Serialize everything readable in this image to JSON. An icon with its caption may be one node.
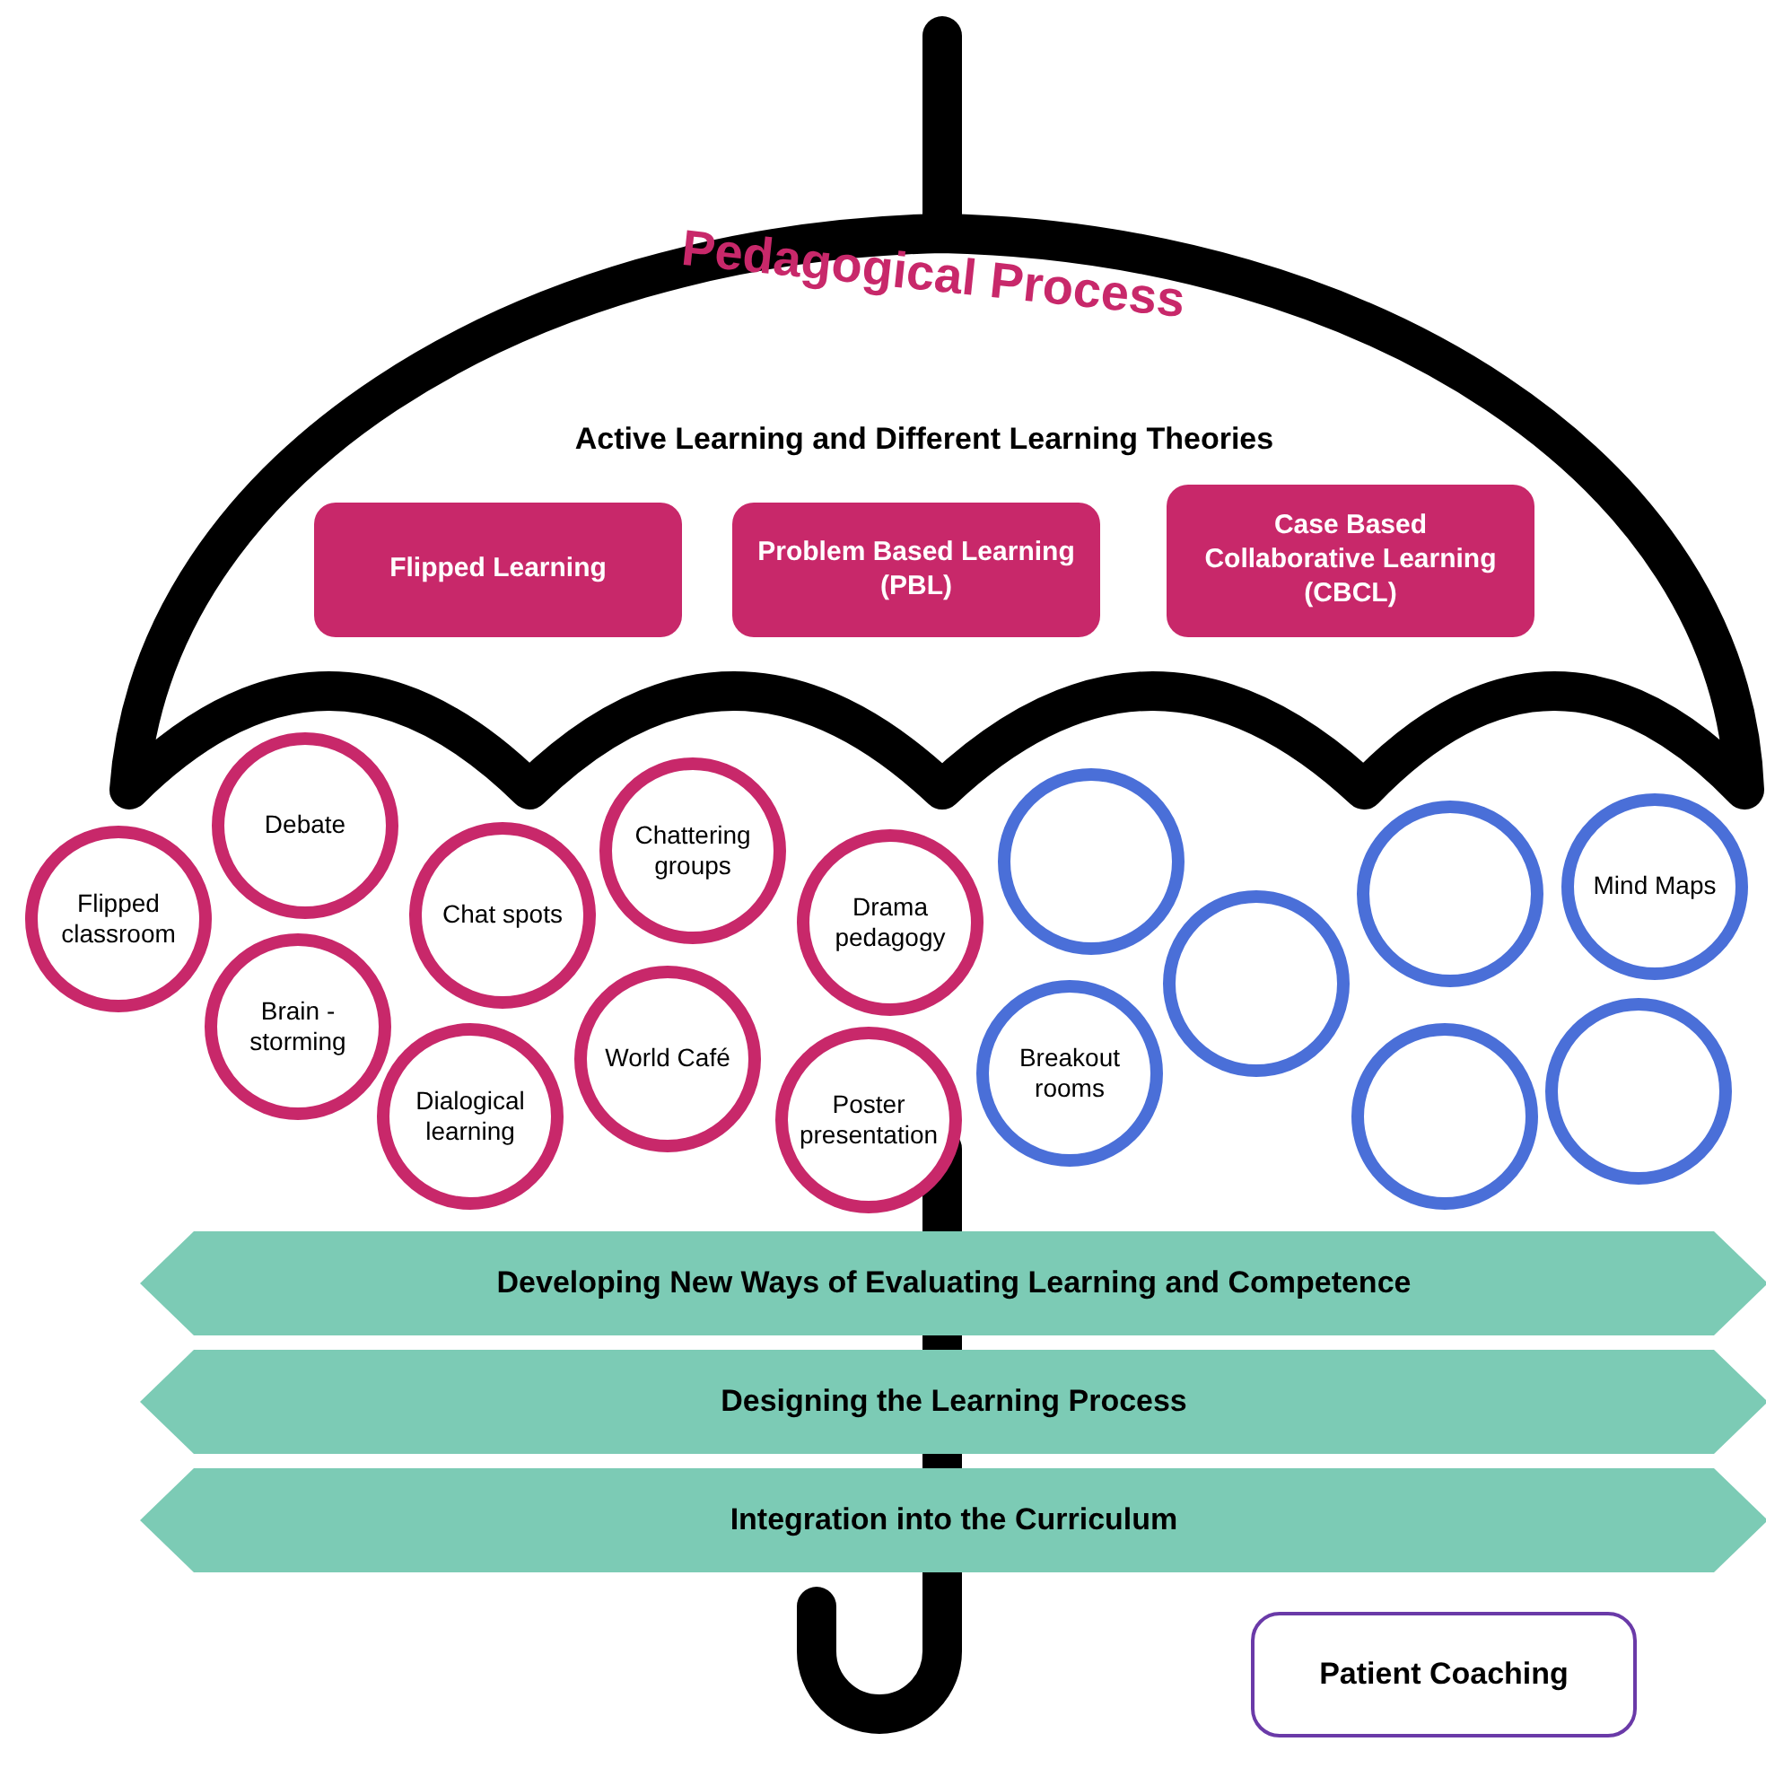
{
  "diagram": {
    "title": "Pedagogical Process",
    "nodes": [
      {
        "text": [
          "Flipped Learning"
        ]
      },
      {
        "text": [
          "Problem Based Learning (PBL)"
        ]
      },
      {
        "text": [
          "Case Based Collaborative Learning (CBCL)"
        ]
      },
      {
        "text": [
          "Flipped classroom"
        ]
      },
      {
        "text": [
          "Debate"
        ]
      },
      {
        "text": [
          "Brain -storming"
        ]
      },
      {
        "text": [
          "Chat spots"
        ]
      },
      {
        "text": [
          "Dialogical learning"
        ]
      },
      {
        "text": [
          "Chattering groups"
        ]
      },
      {
        "text": [
          "World Café"
        ]
      },
      {
        "text": [
          "Drama pedagogy"
        ]
      },
      {
        "text": [
          "Poster presentation"
        ]
      },
      {
        "text": [],
        "shape": "circle"
      },
      {
        "text": [
          "Breakout rooms"
        ]
      },
      {
        "text": [],
        "shape": "circle"
      },
      {
        "text": [],
        "shape": "circle"
      },
      {
        "text": [],
        "shape": "circle"
      },
      {
        "text": [
          "Mind Maps"
        ]
      },
      {
        "text": [],
        "shape": "circle"
      },
      {
        "text": [
          "Developing New Ways of Evaluating Learning and Competence"
        ]
      },
      {
        "text": [
          "Designing the Learning Process"
        ]
      },
      {
        "text": [
          "Integration into the Curriculum"
        ]
      },
      {
        "text": [
          "Patient Coaching"
        ]
      }
    ],
    "labels": [
      "Active Learning and Different Learning Theories"
    ]
  }
}
